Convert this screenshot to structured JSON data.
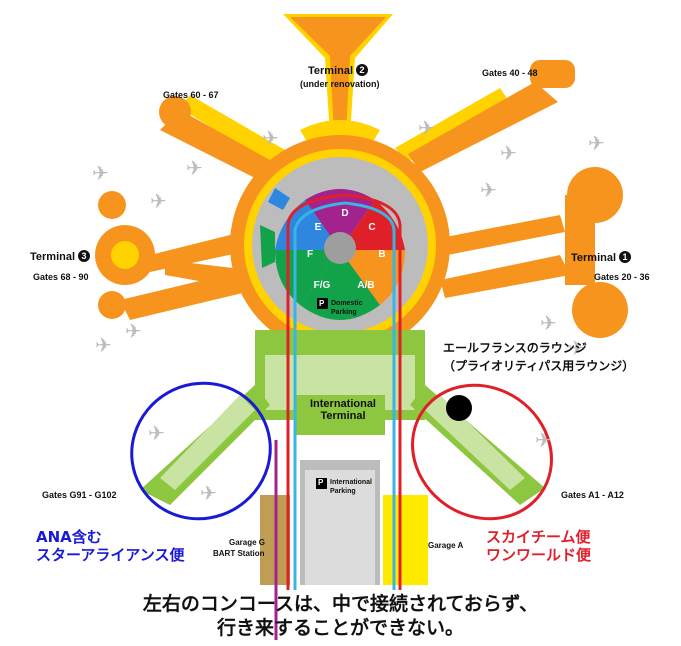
{
  "terminals": {
    "t1": {
      "label": "Terminal",
      "num": "1",
      "gates": "Gates 20 - 36"
    },
    "t2": {
      "label": "Terminal",
      "num": "2",
      "note": "(under renovation)",
      "gates": "Gates 40 - 48"
    },
    "t3": {
      "label": "Terminal",
      "num": "3",
      "gates": "Gates 68 - 90"
    },
    "t3_upper_gates": "Gates 60 - 67"
  },
  "international": {
    "label_line1": "International",
    "label_line2": "Terminal",
    "gates_g": "Gates G91 - G102",
    "gates_a": "Gates A1 - A12",
    "parking_line1": "International",
    "parking_line2": "Parking"
  },
  "domestic_parking": {
    "line1": "Domestic",
    "line2": "Parking",
    "icon": "P"
  },
  "boarding_areas": [
    "D",
    "C",
    "E",
    "B",
    "F",
    "F/G",
    "A/B"
  ],
  "garages": {
    "g": "Garage G",
    "a": "Garage A",
    "bart": "BART Station"
  },
  "annotations": {
    "airfrance_line1": "エールフランスのラウンジ",
    "airfrance_line2": "（プライオリティパス用ラウンジ）",
    "ana_line1": "ANA含む",
    "ana_line2": "スターアライアンス便",
    "skyteam_line1": "スカイチーム便",
    "skyteam_line2": "ワンワールド便",
    "bottom_line1": "左右のコンコースは、中で接続されておらず、",
    "bottom_line2": "行き来することができない。"
  },
  "colors": {
    "orange": "#f7941d",
    "yellow": "#ffd200",
    "green": "#8dc63f",
    "grey": "#bcbcbc",
    "circle_blue": "#1a1ad6",
    "circle_red": "#e01f2a",
    "area_D": "#a3238e",
    "area_C": "#e02028",
    "area_E": "#2e86de",
    "area_B": "#f7941d",
    "area_F": "#12a24a"
  }
}
